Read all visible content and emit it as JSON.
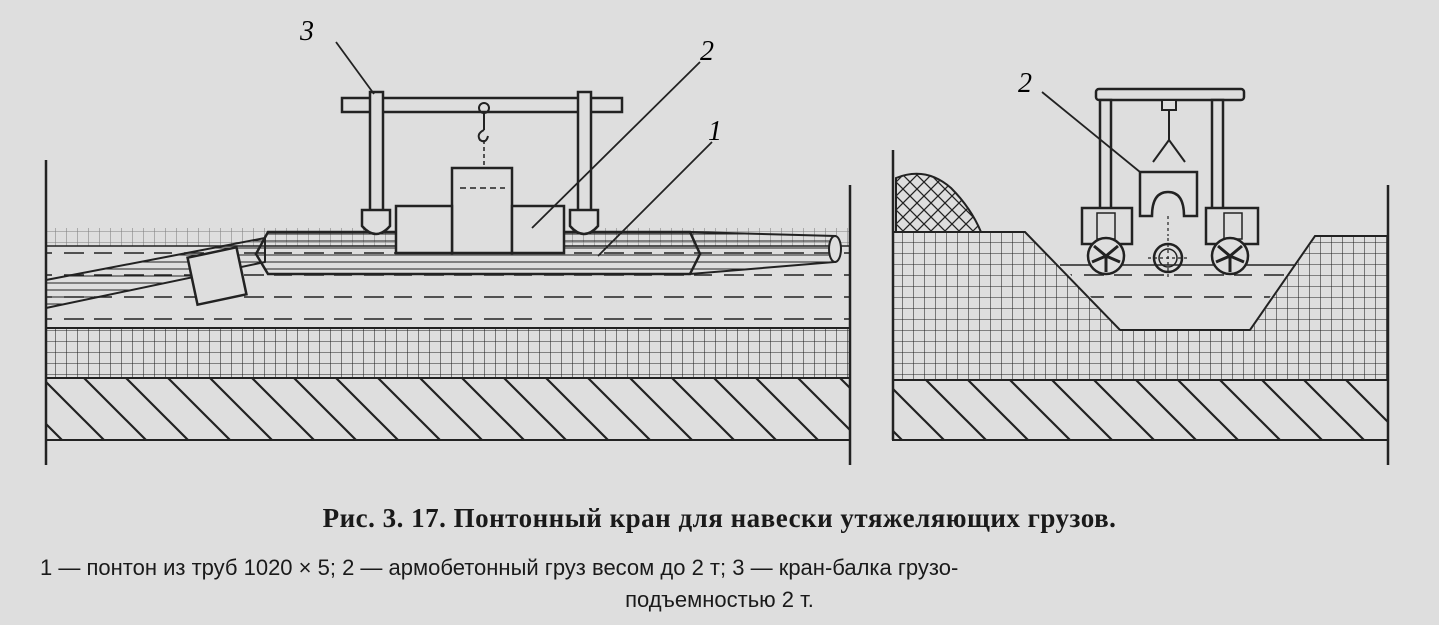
{
  "figure": {
    "callouts": {
      "left_1": "1",
      "left_2": "2",
      "left_3": "3",
      "right_2": "2"
    }
  },
  "caption": {
    "title": "Рис. 3. 17. Понтонный кран для навески утяжеляющих грузов.",
    "legend_line1": "1 — понтон из труб 1020 × 5; 2 — армобетонный груз весом до 2 т; 3 — кран-балка грузо-",
    "legend_line2": "подъемностью 2 т."
  }
}
